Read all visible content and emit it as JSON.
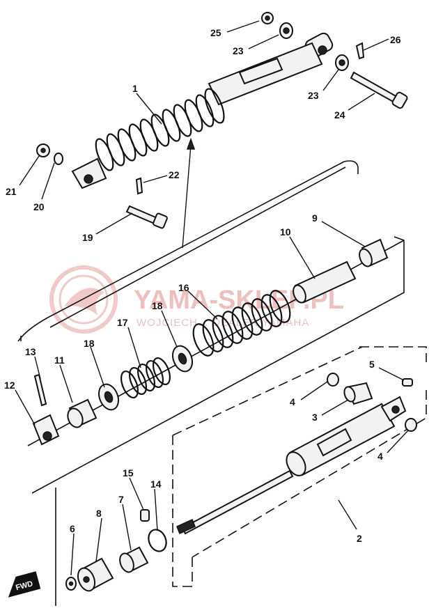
{
  "watermark": {
    "title": "YAMA-SKLEP.PL",
    "subtitle": "WOJCIECH… DEALER YAMAHA"
  },
  "fwd_label": "FWD",
  "colors": {
    "ink": "#111111",
    "watermark": "#e38a8a"
  },
  "callouts": [
    "25",
    "23",
    "26",
    "23",
    "1",
    "24",
    "21",
    "20",
    "22",
    "19",
    "9",
    "10",
    "16",
    "18",
    "17",
    "13",
    "11",
    "18",
    "12",
    "5",
    "4",
    "3",
    "4",
    "15",
    "14",
    "8",
    "7",
    "6",
    "2"
  ]
}
